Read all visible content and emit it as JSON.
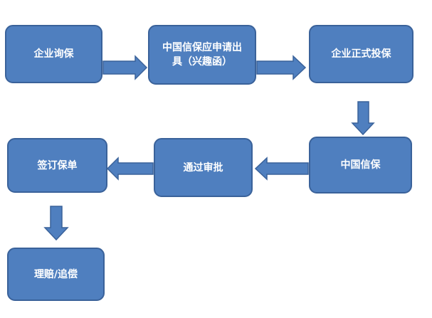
{
  "flowchart": {
    "nodes": [
      {
        "id": "inquiry",
        "label": "企业询保"
      },
      {
        "id": "apply",
        "label": "中国信保应申请出\n具（兴趣函）"
      },
      {
        "id": "formal",
        "label": "企业正式投保"
      },
      {
        "id": "sinosure",
        "label": "中国信保"
      },
      {
        "id": "approve",
        "label": "通过审批"
      },
      {
        "id": "sign",
        "label": "签订保单"
      },
      {
        "id": "claim",
        "label": "理赔/追偿"
      }
    ],
    "edges": [
      {
        "from": "inquiry",
        "to": "apply"
      },
      {
        "from": "apply",
        "to": "formal"
      },
      {
        "from": "formal",
        "to": "sinosure"
      },
      {
        "from": "sinosure",
        "to": "approve"
      },
      {
        "from": "approve",
        "to": "sign"
      },
      {
        "from": "sign",
        "to": "claim"
      }
    ],
    "colors": {
      "box_fill": "#4f7fbf",
      "box_stroke": "#3a629a",
      "text": "#ffffff",
      "background": "#ffffff"
    }
  }
}
